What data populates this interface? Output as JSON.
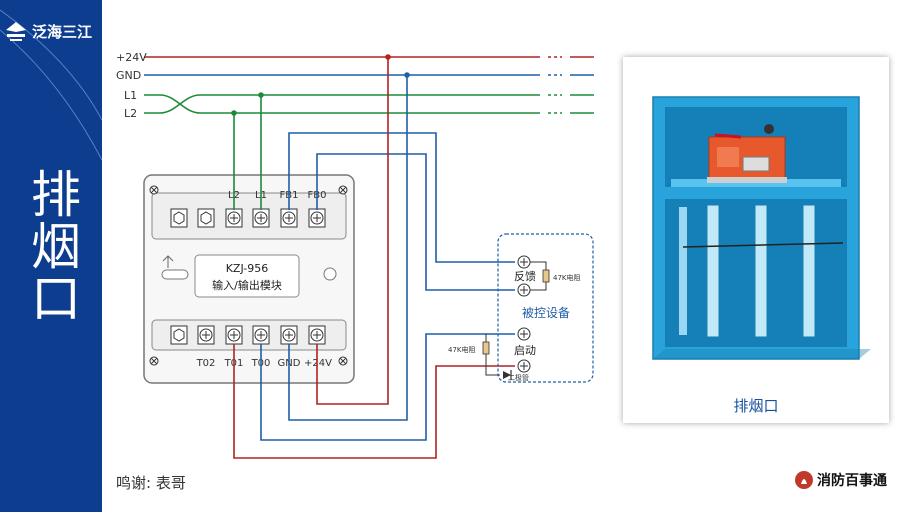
{
  "sidebar": {
    "brand": "泛海三江",
    "title": "排烟口",
    "bg_color": "#0d3d8f"
  },
  "credit": "鸣谢: 表哥",
  "watermark": "消防百事通",
  "buses": {
    "p24v": "+24V",
    "gnd": "GND",
    "l1": "L1",
    "l2": "L2"
  },
  "module": {
    "model": "KZJ-956",
    "desc": "输入/输出模块",
    "top_terminals": [
      "L2",
      "L1",
      "FB1",
      "FB0"
    ],
    "bottom_terminals": [
      "T02",
      "T01",
      "T00",
      "GND",
      "+24V"
    ]
  },
  "device": {
    "box_label": "被控设备",
    "feedback": "反馈",
    "start": "启动",
    "resistor1": "47K电阻",
    "resistor2": "47K电阻",
    "diode": "二极管"
  },
  "photo": {
    "caption": "排烟口"
  },
  "colors": {
    "red": "#b22222",
    "blue": "#1f5fa8",
    "green": "#1d8a3a",
    "frame_blue": "#29a3dc"
  }
}
